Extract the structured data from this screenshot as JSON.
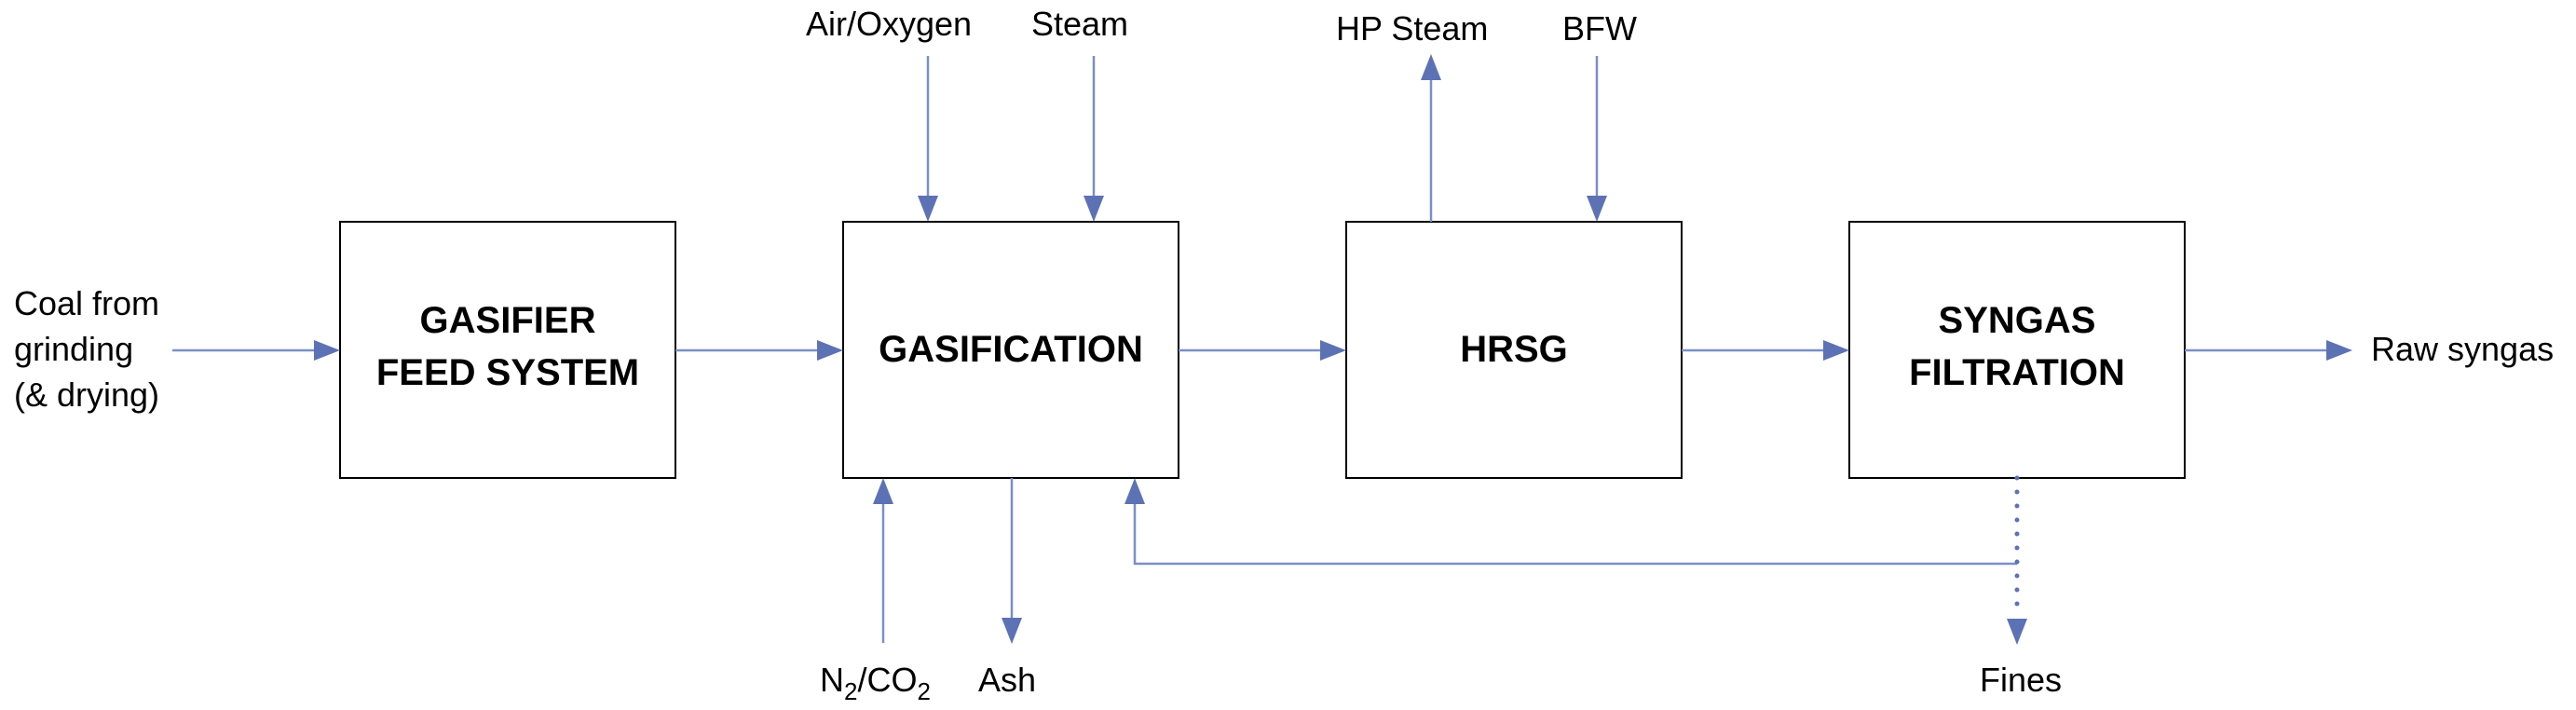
{
  "colors": {
    "flow_line": "#7b8fc7",
    "arrow_head": "#5d72b5",
    "box_border": "#000000",
    "text": "#000000"
  },
  "units": {
    "feed": [
      "GASIFIER",
      "FEED SYSTEM"
    ],
    "gasification": [
      "GASIFICATION"
    ],
    "hrsg": [
      "HRSG"
    ],
    "filtration": [
      "SYNGAS",
      "FILTRATION"
    ]
  },
  "streams": {
    "coal_in": [
      "Coal from",
      "grinding",
      "(& drying)"
    ],
    "air_oxygen": "Air/Oxygen",
    "steam": "Steam",
    "hp_steam": "HP Steam",
    "bfw": "BFW",
    "n2_co2": {
      "n": "N",
      "n_sub": "2",
      "sep": "/CO",
      "co_sub": "2"
    },
    "ash": "Ash",
    "fines": "Fines",
    "raw_syngas": "Raw syngas"
  }
}
